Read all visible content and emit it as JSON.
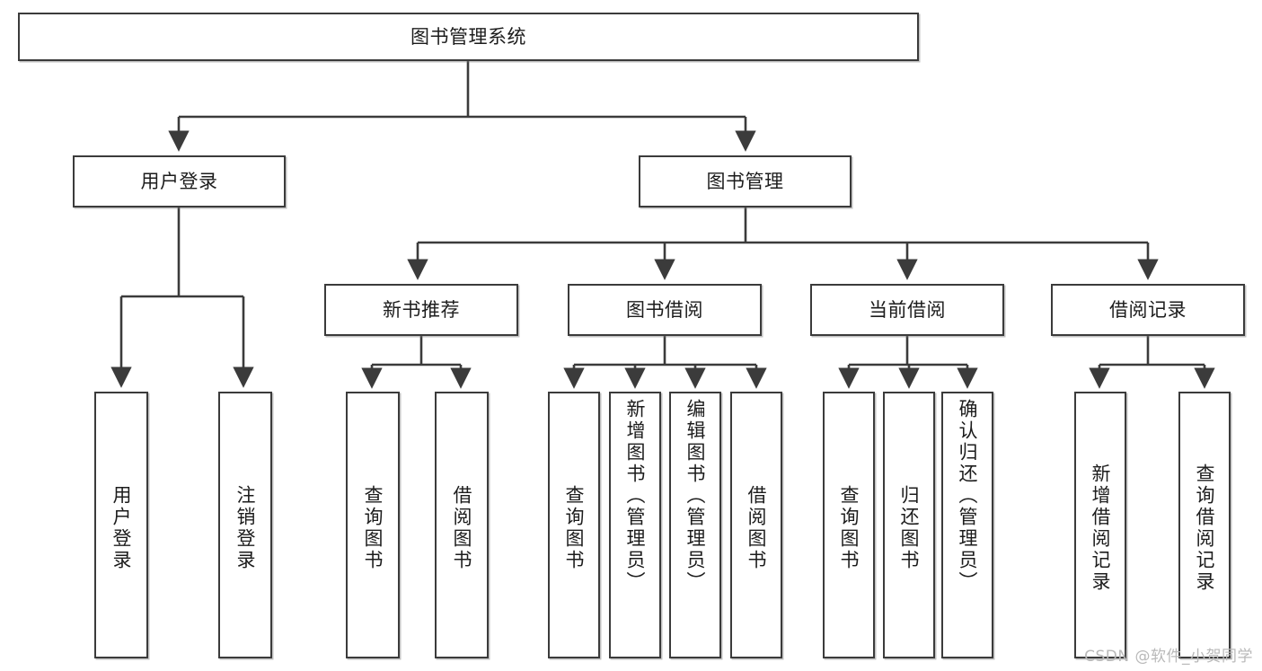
{
  "diagram": {
    "type": "tree",
    "title": "图书管理系统",
    "root": {
      "id": "root",
      "label": "图书管理系统"
    },
    "level2": [
      {
        "id": "user-login",
        "label": "用户登录"
      },
      {
        "id": "book-manage",
        "label": "图书管理"
      }
    ],
    "level3": [
      {
        "id": "new-book-recommend",
        "label": "新书推荐"
      },
      {
        "id": "book-borrow",
        "label": "图书借阅"
      },
      {
        "id": "current-borrow",
        "label": "当前借阅"
      },
      {
        "id": "borrow-record",
        "label": "借阅记录"
      }
    ],
    "leaves": [
      {
        "id": "leaf-user-login",
        "label": "用户登录",
        "parent": "用户登录"
      },
      {
        "id": "leaf-logout-login",
        "label": "注销登录",
        "parent": "用户登录"
      },
      {
        "id": "leaf-query-book-1",
        "label": "查询图书",
        "parent": "新书推荐"
      },
      {
        "id": "leaf-borrow-book-1",
        "label": "借阅图书",
        "parent": "新书推荐"
      },
      {
        "id": "leaf-query-book-2",
        "label": "查询图书",
        "parent": "图书借阅"
      },
      {
        "id": "leaf-add-book",
        "label": "新增图书（管理员）",
        "parent": "图书借阅"
      },
      {
        "id": "leaf-edit-book",
        "label": "编辑图书（管理员）",
        "parent": "图书借阅"
      },
      {
        "id": "leaf-borrow-book-2",
        "label": "借阅图书",
        "parent": "图书借阅"
      },
      {
        "id": "leaf-query-book-3",
        "label": "查询图书",
        "parent": "当前借阅"
      },
      {
        "id": "leaf-return-book",
        "label": "归还图书",
        "parent": "当前借阅"
      },
      {
        "id": "leaf-confirm-return",
        "label": "确认归还（管理员）",
        "parent": "当前借阅"
      },
      {
        "id": "leaf-add-record",
        "label": "新增借阅记录",
        "parent": "借阅记录"
      },
      {
        "id": "leaf-query-record",
        "label": "查询借阅记录",
        "parent": "借阅记录"
      }
    ],
    "colors": {
      "box_border": "#3b3b3b",
      "box_fill": "#ffffff",
      "connector": "#3b3b3b",
      "text": "#1c1c1c",
      "watermark": "#b9b9b9"
    }
  },
  "watermark": {
    "text": "CSDN @软件_小贺同学"
  }
}
